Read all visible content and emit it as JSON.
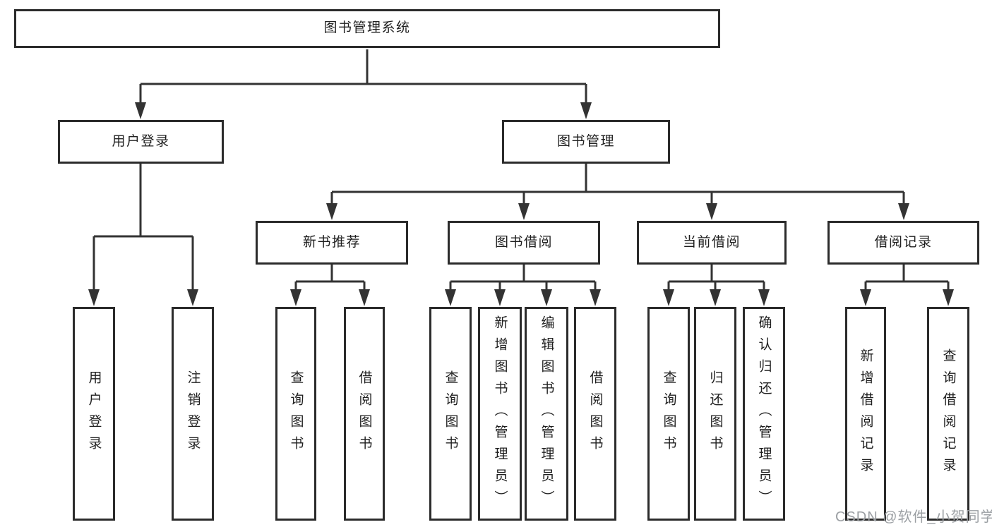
{
  "colors": {
    "background": "#ffffff",
    "box_border": "#2b2b2b",
    "connector_line": "#333333",
    "text": "#1f1f1f",
    "watermark_text": "#9b9fa3"
  },
  "watermark": {
    "text": "CSDN @软件_小贺同学"
  },
  "tree": {
    "root": {
      "label": "图书管理系统",
      "children": [
        {
          "label": "用户登录",
          "children": [
            {
              "label": "用户登录"
            },
            {
              "label": "注销登录"
            }
          ]
        },
        {
          "label": "图书管理",
          "children": [
            {
              "label": "新书推荐",
              "children": [
                {
                  "label": "查询图书"
                },
                {
                  "label": "借阅图书"
                }
              ]
            },
            {
              "label": "图书借阅",
              "children": [
                {
                  "label": "查询图书"
                },
                {
                  "label": "新增图书（管理员）"
                },
                {
                  "label": "编辑图书（管理员）"
                },
                {
                  "label": "借阅图书"
                }
              ]
            },
            {
              "label": "当前借阅",
              "children": [
                {
                  "label": "查询图书"
                },
                {
                  "label": "归还图书"
                },
                {
                  "label": "确认归还（管理员）"
                }
              ]
            },
            {
              "label": "借阅记录",
              "children": [
                {
                  "label": "新增借阅记录"
                },
                {
                  "label": "查询借阅记录"
                }
              ]
            }
          ]
        }
      ]
    }
  }
}
